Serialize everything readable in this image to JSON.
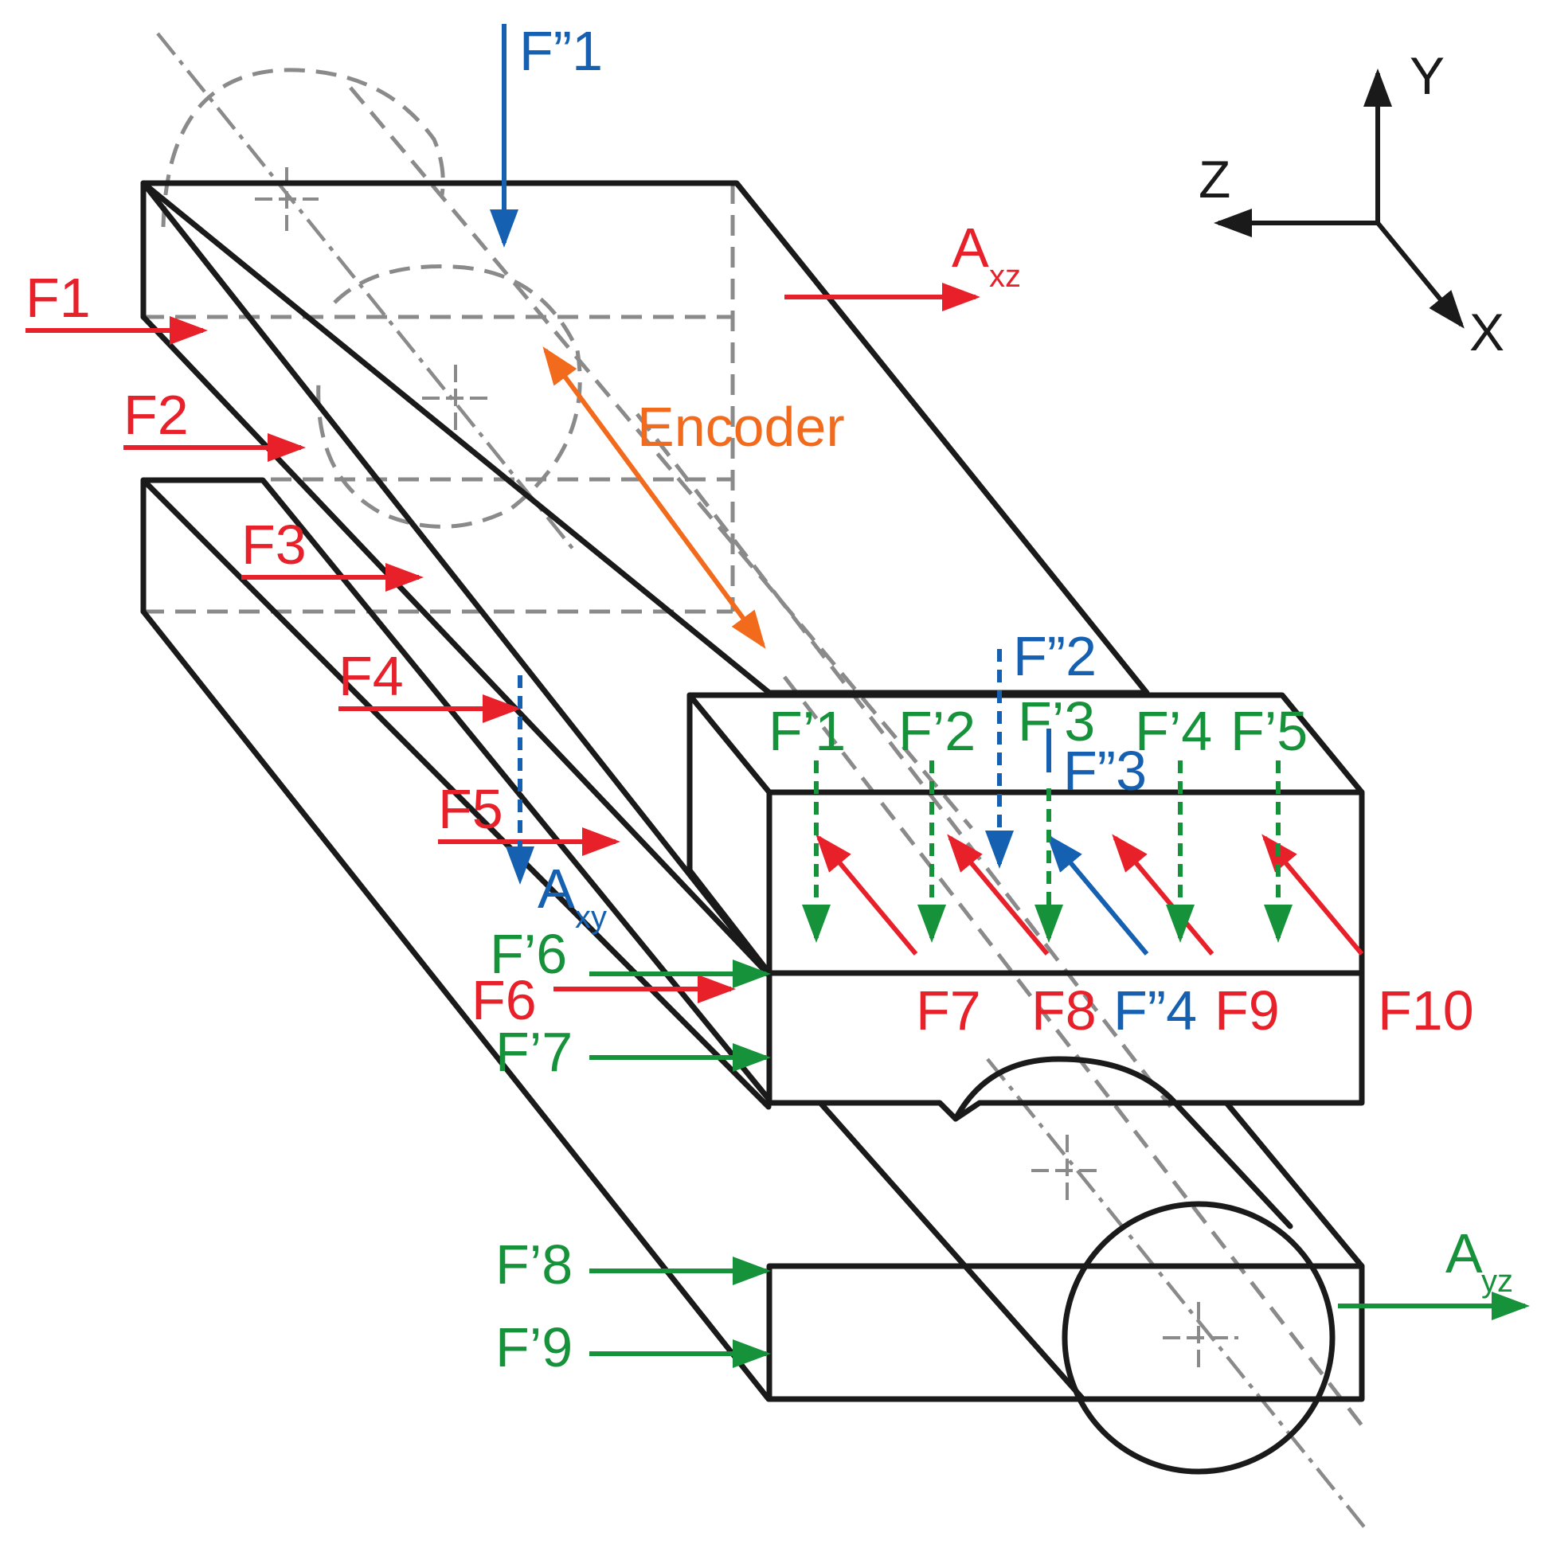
{
  "colors": {
    "red": "#e8202a",
    "blue": "#1560b0",
    "green": "#15923a",
    "orange": "#f26b1d",
    "outline": "#1a1a1a",
    "hidden": "#8a8a8a"
  },
  "axes": {
    "y": "Y",
    "z": "Z",
    "x": "X"
  },
  "labels": {
    "F1": "F1",
    "F2": "F2",
    "F3": "F3",
    "F4": "F4",
    "F5": "F5",
    "F6": "F6",
    "F7": "F7",
    "F8": "F8",
    "F9": "F9",
    "F10": "F10",
    "Fp1": "F’1",
    "Fp2": "F’2",
    "Fp3": "F’3",
    "Fp4": "F’4",
    "Fp5": "F’5",
    "Fp6": "F’6",
    "Fp7": "F’7",
    "Fp8": "F’8",
    "Fp9": "F’9",
    "Fpp1": "F”1",
    "Fpp2": "F”2",
    "Fpp3": "F”3",
    "Fpp4": "F”4",
    "A_main": "A",
    "A_xz_sub": "xz",
    "A_xy_sub": "xy",
    "A_yz_sub": "yz",
    "encoder": "Encoder"
  }
}
